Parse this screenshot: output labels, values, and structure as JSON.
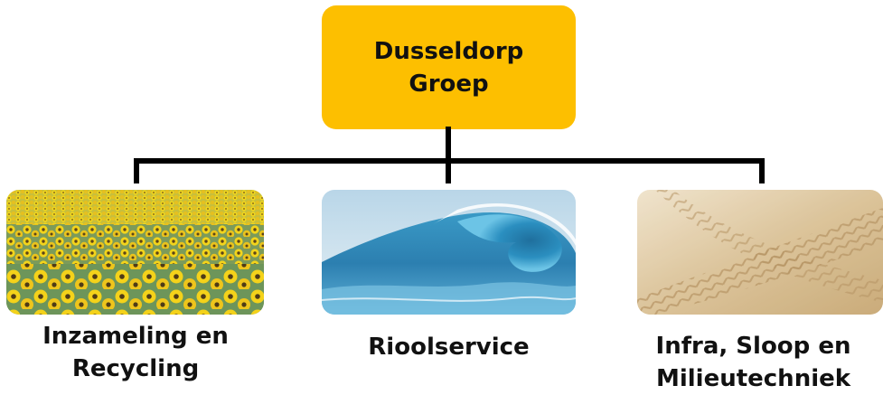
{
  "root": {
    "line1": "Dusseldorp",
    "line2": "Groep"
  },
  "divisions": [
    {
      "line1": "Inzameling en",
      "line2": "Recycling",
      "image": "sunflower-field"
    },
    {
      "line1": "Rioolservice",
      "line2": "",
      "image": "ocean-wave"
    },
    {
      "line1": "Infra, Sloop en",
      "line2": "Milieutechniek",
      "image": "sand-tire-tracks"
    }
  ],
  "colors": {
    "root_fill": "#fdbf00",
    "connector": "#000000"
  }
}
